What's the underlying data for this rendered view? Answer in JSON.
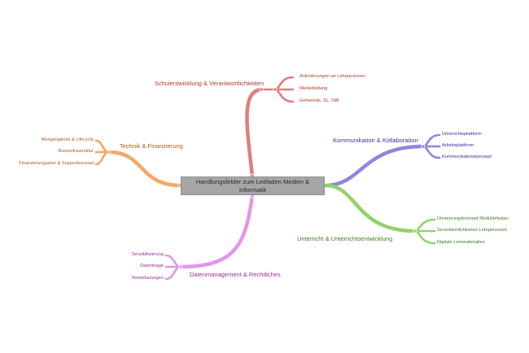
{
  "center": {
    "line1": "Handlungsfelder zum Leitfaden Medien &",
    "line2": "Informatik"
  },
  "colors": {
    "schulentwicklung": "#e07d7d",
    "kommunikation": "#8e86de",
    "unterricht": "#92d36b",
    "datenmanagement": "#e396e8",
    "technik": "#f2a86a",
    "text_schulentwicklung": "#b0382f",
    "text_kommunikation": "#3b2f9a",
    "text_unterricht": "#3d7a26",
    "text_datenmanagement": "#9a2a9e",
    "text_technik": "#b25a1c"
  },
  "branches": {
    "schulentwicklung": {
      "label": "Schulentwicklung & Verantwortlichkeiten",
      "leaves": [
        "Anforderungen an Lehrpersonen",
        "Weiterbildung",
        "Gemeinde, SL, SMI"
      ]
    },
    "kommunikation": {
      "label": "Kommunikation & Kollaboration",
      "leaves": [
        "Unterrichtsplattform",
        "Arbeitsplattform",
        "Kommunikationskonzept"
      ]
    },
    "unterricht": {
      "label": "Unterricht & Unterrichtsentwicklung",
      "leaves": [
        "Umsetzungskonzept Modullehrplan",
        "Verantwortlichkeiten Lehrpersonen",
        "Digitale Lernmaterialien"
      ]
    },
    "datenmanagement": {
      "label": "Datenmanagement & Rechtliches",
      "leaves": [
        "Sensibilisierung",
        "Datentriage",
        "Vereinbarungen"
      ]
    },
    "technik": {
      "label": "Technik & Finanzierung",
      "leaves": [
        "Mengengerüst & Lifecycle",
        "Basisinfrastruktur",
        "Finanzierungsplan & Supportkonzept"
      ]
    }
  }
}
